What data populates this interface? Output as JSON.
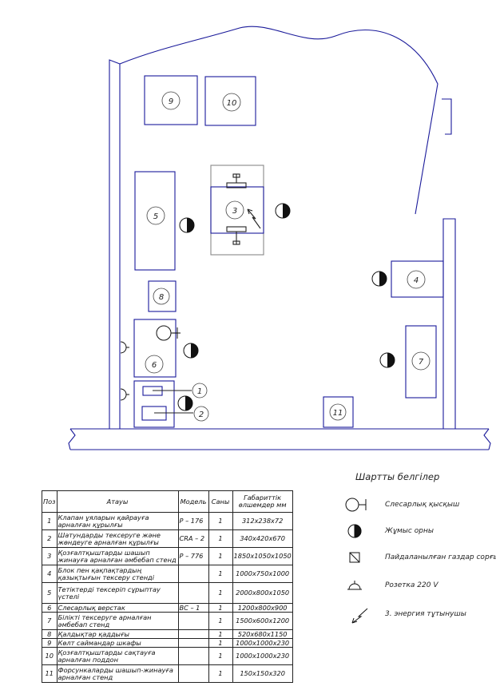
{
  "equipment_labels": [
    "9",
    "10",
    "5",
    "3",
    "8",
    "6",
    "4",
    "7",
    "11",
    "1",
    "2"
  ],
  "legend": {
    "title": "Шартты белгілер",
    "items": [
      {
        "icon": "vise-symbol-icon",
        "text": "Слесарлық қысқыш"
      },
      {
        "icon": "workplace-symbol-icon",
        "text": "Жұмыс орны"
      },
      {
        "icon": "exhaust-symbol-icon",
        "text": "Пайдаланылған газдар сорғышы"
      },
      {
        "icon": "socket-symbol-icon",
        "text": "Розетка 220 V"
      },
      {
        "icon": "energy-consumer-icon",
        "text": "3. энергия тұтынушы"
      }
    ]
  },
  "table": {
    "headers": [
      "Поз",
      "Атауы",
      "Модель",
      "Саны",
      "Габариттік өлшемдер мм"
    ],
    "rows": [
      {
        "pos": "1",
        "name": "Клапан ұяларын қайрауға арналған құрылғы",
        "model": "Р – 176",
        "qty": "1",
        "dims": "312x238x72"
      },
      {
        "pos": "2",
        "name": "Шатундарды тексеруге және жөндеуге арналған құрылғы",
        "model": "CRA – 2",
        "qty": "1",
        "dims": "340x420x670"
      },
      {
        "pos": "3",
        "name": "Қозғалтқыштарды шашып жинауға арналған әмбебап стенд",
        "model": "Р – 776",
        "qty": "1",
        "dims": "1850x1050x1050"
      },
      {
        "pos": "4",
        "name": "Блок пен қақпақтардың қазықтығын тексеру стенді",
        "model": "",
        "qty": "1",
        "dims": "1000x750x1000"
      },
      {
        "pos": "5",
        "name": "Тетіктерді тексеріп сұрыптау үстелі",
        "model": "",
        "qty": "1",
        "dims": "2000x800x1050"
      },
      {
        "pos": "6",
        "name": "Слесарлық верстак",
        "model": "ВС – 1",
        "qty": "1",
        "dims": "1200x800x900"
      },
      {
        "pos": "7",
        "name": "Білікті тексеруге арналған әмбебап стенд",
        "model": "",
        "qty": "1",
        "dims": "1500x600x1200"
      },
      {
        "pos": "8",
        "name": "Қалдықтар қаддығы",
        "model": "",
        "qty": "1",
        "dims": "520x680x1150"
      },
      {
        "pos": "9",
        "name": "Көлт саймандар шкафы",
        "model": "",
        "qty": "1",
        "dims": "1000x1000x230"
      },
      {
        "pos": "10",
        "name": "Қозғалтқыштарды сақтауға арналған поддон",
        "model": "",
        "qty": "1",
        "dims": "1000x1000x230"
      },
      {
        "pos": "11",
        "name": "Форсункаларды шашып-жинауға арналған стенд",
        "model": "",
        "qty": "1",
        "dims": "150x150x320"
      }
    ]
  }
}
